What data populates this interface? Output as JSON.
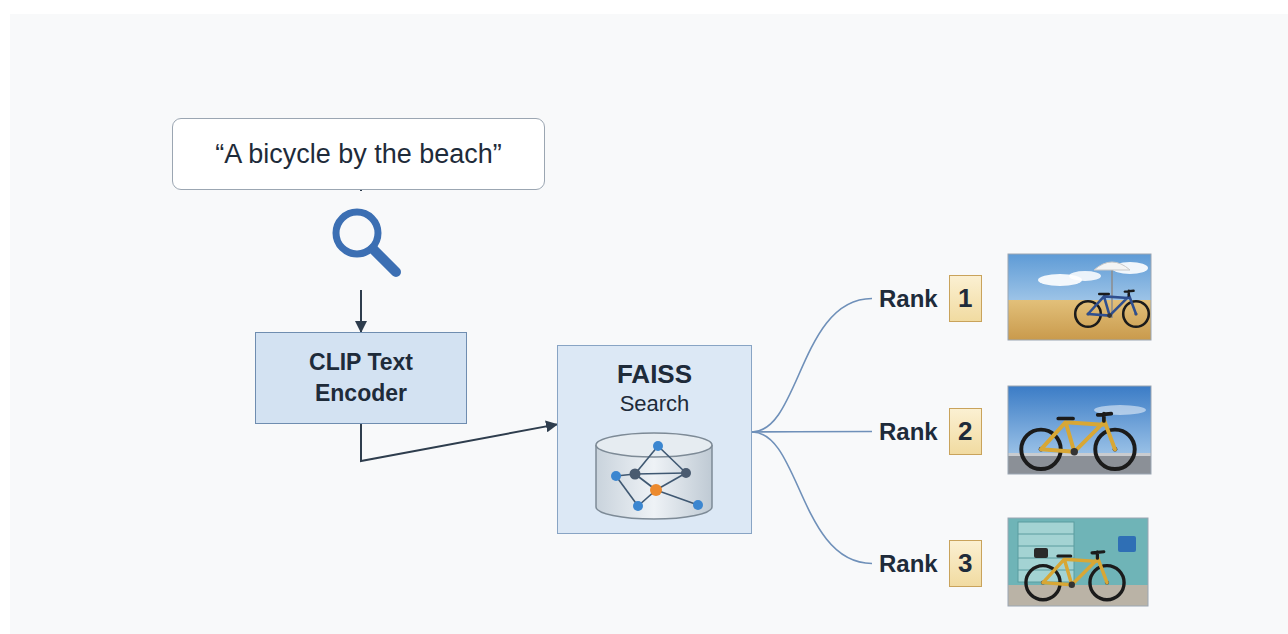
{
  "diagram": {
    "nodes": [
      {
        "text": [
          "“A bicycle by the beach”"
        ]
      },
      {
        "text": [
          "CLIP Text Encoder"
        ]
      },
      {
        "text": [
          "FAISS",
          "Search"
        ]
      },
      {
        "text": [
          "Rank",
          "1"
        ]
      },
      {
        "text": [
          "Rank",
          "2"
        ]
      },
      {
        "text": [
          "Rank",
          "3"
        ]
      }
    ],
    "edges": [
      {
        "from": 0,
        "to": 1,
        "arrow": "to"
      },
      {
        "from": 1,
        "to": 2,
        "arrow": "to"
      },
      {
        "from": 2,
        "to": 3,
        "arrow": "none"
      },
      {
        "from": 2,
        "to": 4,
        "arrow": "none"
      },
      {
        "from": 2,
        "to": 5,
        "arrow": "none"
      }
    ]
  }
}
